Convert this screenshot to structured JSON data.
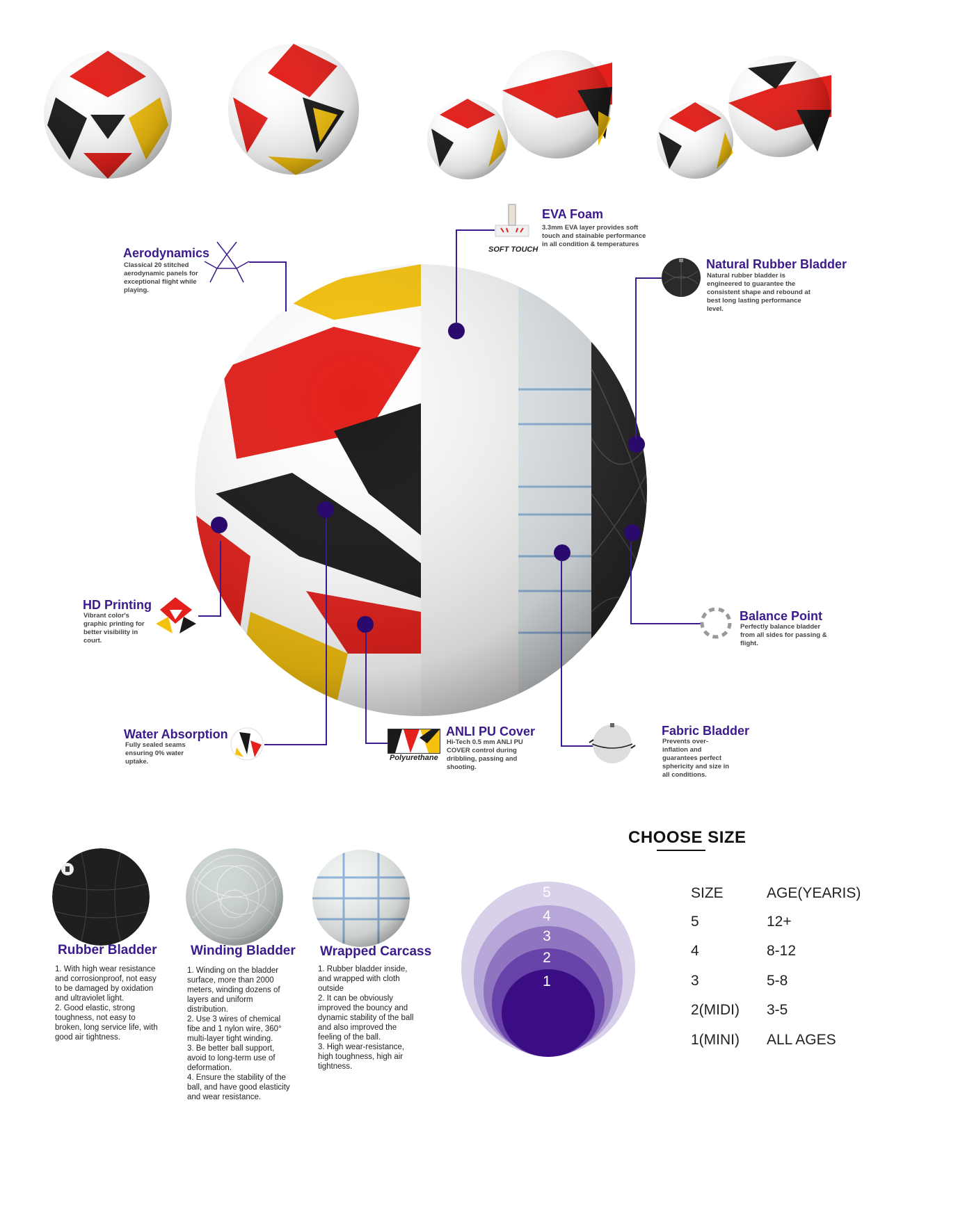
{
  "top_balls": [
    "ball-view-1",
    "ball-view-2",
    "ball-view-3",
    "ball-view-4"
  ],
  "features": {
    "eva_foam": {
      "title": "EVA Foam",
      "desc": "3.3mm EVA layer provides soft touch and stainable performance in all condition & temperatures",
      "icon_caption": "SOFT TOUCH"
    },
    "aerodynamics": {
      "title": "Aerodynamics",
      "desc": "Classical 20 stitched aerodynamic panels for exceptional flight while playing."
    },
    "natural_rubber": {
      "title": "Natural Rubber Bladder",
      "desc": "Natural rubber bladder is engineered to guarantee the consistent shape and rebound at best long lasting performance level."
    },
    "hd_printing": {
      "title": "HD Printing",
      "desc": "Vibrant color's graphic printing for better visibility in court."
    },
    "balance_point": {
      "title": "Balance Point",
      "desc": "Perfectly balance bladder from all sides for passing & flight."
    },
    "water_absorption": {
      "title": "Water Absorption",
      "desc": "Fully sealed seams ensuring 0% water uptake."
    },
    "anli_pu": {
      "title": "ANLI PU Cover",
      "desc": "Hi-Tech 0.5 mm ANLI PU COVER control during dribbling, passing and shooting.",
      "icon_caption": "Polyurethane"
    },
    "fabric_bladder": {
      "title": "Fabric Bladder",
      "desc": "Prevents over-inflation and guarantees perfect sphericity and size in all conditions."
    }
  },
  "layers": [
    {
      "title": "Rubber Bladder",
      "desc": "1. With high wear resistance and corrosionproof, not easy to be damaged by oxidation and ultraviolet light.\n2. Good elastic, strong toughness, not easy to broken, long service life, with good air tightness."
    },
    {
      "title": "Winding Bladder",
      "desc": "1. Winding on the bladder surface, more than 2000 meters, winding dozens of layers and uniform distribution.\n2. Use 3 wires of chemical fibe and 1 nylon wire, 360° multi-layer tight winding.\n3. Be better ball support, avoid to long-term use of deformation.\n4. Ensure the stability of the ball, and have good elasticity and wear resistance."
    },
    {
      "title": "Wrapped Carcass",
      "desc": "1. Rubber bladder inside, and wrapped with cloth outside\n2. It can be obviously improved the bouncy and dynamic stability of the ball and also improved the feeling of the ball.\n3. High wear-resistance, high toughness, high air tightness."
    }
  ],
  "size_chart": {
    "title": "CHOOSE SIZE",
    "header": {
      "size": "SIZE",
      "age": "AGE(YEARIS)"
    },
    "rows": [
      {
        "size": "5",
        "age": "12+"
      },
      {
        "size": "4",
        "age": "8-12"
      },
      {
        "size": "3",
        "age": "5-8"
      },
      {
        "size": "2(MIDI)",
        "age": "3-5"
      },
      {
        "size": "1(MINI)",
        "age": "ALL AGES"
      }
    ],
    "ring_labels": [
      "5",
      "4",
      "3",
      "2",
      "1"
    ],
    "ring_colors": [
      "#d9d0ea",
      "#b7a6d8",
      "#8f74c0",
      "#6742a8",
      "#3a0d85"
    ]
  },
  "colors": {
    "accent": "#3b1a8c",
    "ball_red": "#e3201b",
    "ball_yellow": "#f4c10f",
    "ball_black": "#1a1a1a"
  }
}
